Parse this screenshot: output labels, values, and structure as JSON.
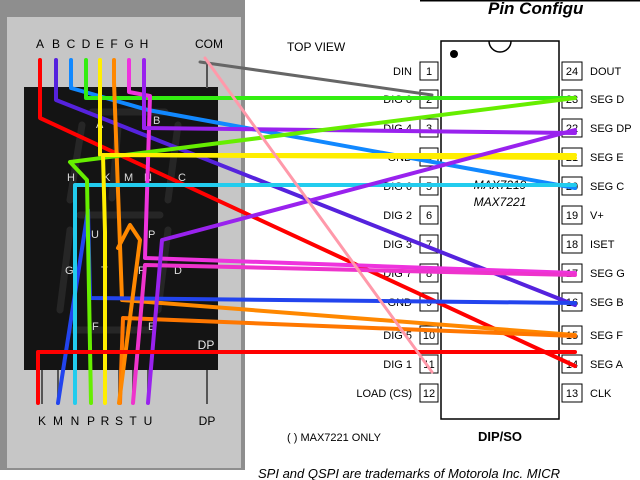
{
  "header": {
    "title": "Pin Configu"
  },
  "panel_view_label": "TOP VIEW",
  "chip": {
    "part_1": "MAX7219",
    "part_2": "MAX7221",
    "package": "DIP/SO",
    "footnote": "( ) MAX7221 ONLY",
    "left_pins": [
      {
        "num": "1",
        "name": "DIN"
      },
      {
        "num": "2",
        "name": "DIG 0"
      },
      {
        "num": "3",
        "name": "DIG 4"
      },
      {
        "num": "4",
        "name": "GND"
      },
      {
        "num": "5",
        "name": "DIG 6"
      },
      {
        "num": "6",
        "name": "DIG 2"
      },
      {
        "num": "7",
        "name": "DIG 3"
      },
      {
        "num": "8",
        "name": "DIG 7"
      },
      {
        "num": "9",
        "name": "GND"
      },
      {
        "num": "10",
        "name": "DIG 5"
      },
      {
        "num": "11",
        "name": "DIG 1"
      },
      {
        "num": "12",
        "name": "LOAD (CS)"
      }
    ],
    "right_pins": [
      {
        "num": "24",
        "name": "DOUT"
      },
      {
        "num": "23",
        "name": "SEG D"
      },
      {
        "num": "22",
        "name": "SEG DP"
      },
      {
        "num": "21",
        "name": "SEG E"
      },
      {
        "num": "20",
        "name": "SEG C"
      },
      {
        "num": "19",
        "name": "V+"
      },
      {
        "num": "18",
        "name": "ISET"
      },
      {
        "num": "17",
        "name": "SEG G"
      },
      {
        "num": "16",
        "name": "SEG B"
      },
      {
        "num": "15",
        "name": "SEG F"
      },
      {
        "num": "14",
        "name": "SEG A"
      },
      {
        "num": "13",
        "name": "CLK"
      }
    ]
  },
  "display": {
    "top_pins": [
      "A",
      "B",
      "C",
      "D",
      "E",
      "F",
      "G",
      "H"
    ],
    "top_com": "COM",
    "bottom_pins": [
      "K",
      "M",
      "N",
      "P",
      "R",
      "S",
      "T",
      "U"
    ],
    "bottom_dp": "DP",
    "inner_dp": "DP",
    "segment_letters": [
      "A",
      "B",
      "H",
      "K",
      "M",
      "N",
      "C",
      "U",
      "P",
      "G",
      "T",
      "R",
      "D",
      "F",
      "E"
    ]
  },
  "footer": {
    "trademark": "SPI and QSPI are trademarks of Motorola Inc. MICR"
  },
  "wires": [
    {
      "name": "wire-A",
      "color": "#ff0000"
    },
    {
      "name": "wire-B",
      "color": "#5522dd"
    },
    {
      "name": "wire-C",
      "color": "#1188ff"
    },
    {
      "name": "wire-D",
      "color": "#33ee11"
    },
    {
      "name": "wire-E",
      "color": "#ffee00"
    },
    {
      "name": "wire-F",
      "color": "#ff8800"
    },
    {
      "name": "wire-G",
      "color": "#ee33dd"
    },
    {
      "name": "wire-H",
      "color": "#9922ee"
    },
    {
      "name": "wire-COM",
      "color": "#666666"
    },
    {
      "name": "wire-K",
      "color": "#2244ee"
    },
    {
      "name": "wire-M",
      "color": "#22ccee"
    },
    {
      "name": "wire-N",
      "color": "#66ee00"
    },
    {
      "name": "wire-P",
      "color": "#ffee00"
    },
    {
      "name": "wire-R",
      "color": "#ff7700"
    },
    {
      "name": "wire-S",
      "color": "#ff8800"
    },
    {
      "name": "wire-T",
      "color": "#ee33cc"
    },
    {
      "name": "wire-U",
      "color": "#9922ee"
    },
    {
      "name": "wire-DP",
      "color": "#ff0000"
    },
    {
      "name": "wire-pink",
      "color": "#ff99aa"
    }
  ]
}
